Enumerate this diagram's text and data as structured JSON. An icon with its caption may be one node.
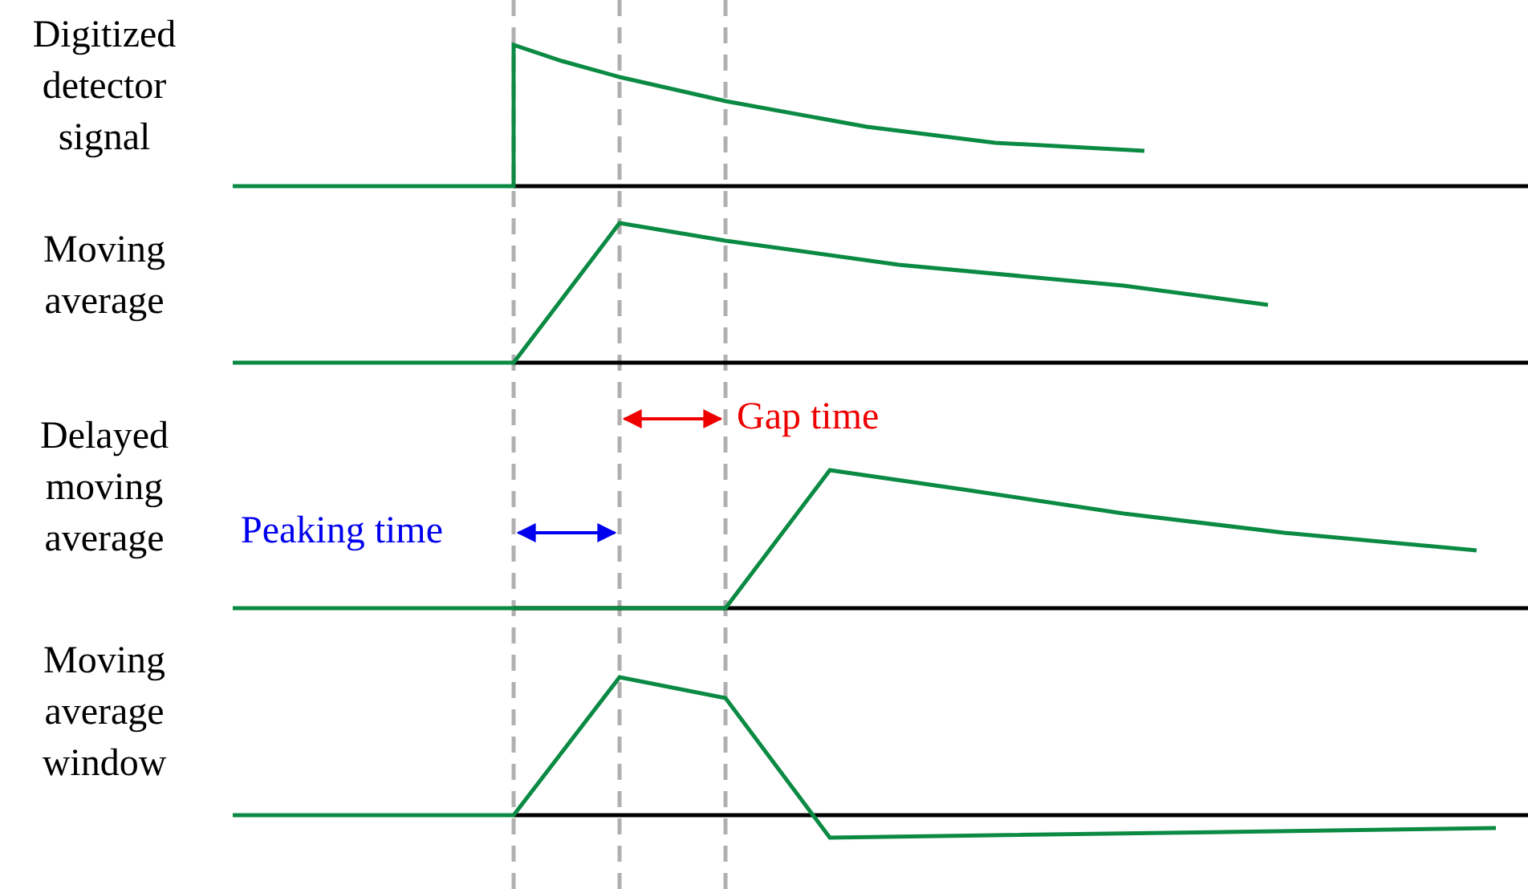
{
  "diagram": {
    "labels": [
      "Digitized detector signal",
      "Moving average",
      "Gap time",
      "Delayed moving average",
      "Peaking time",
      "Moving average window"
    ]
  }
}
